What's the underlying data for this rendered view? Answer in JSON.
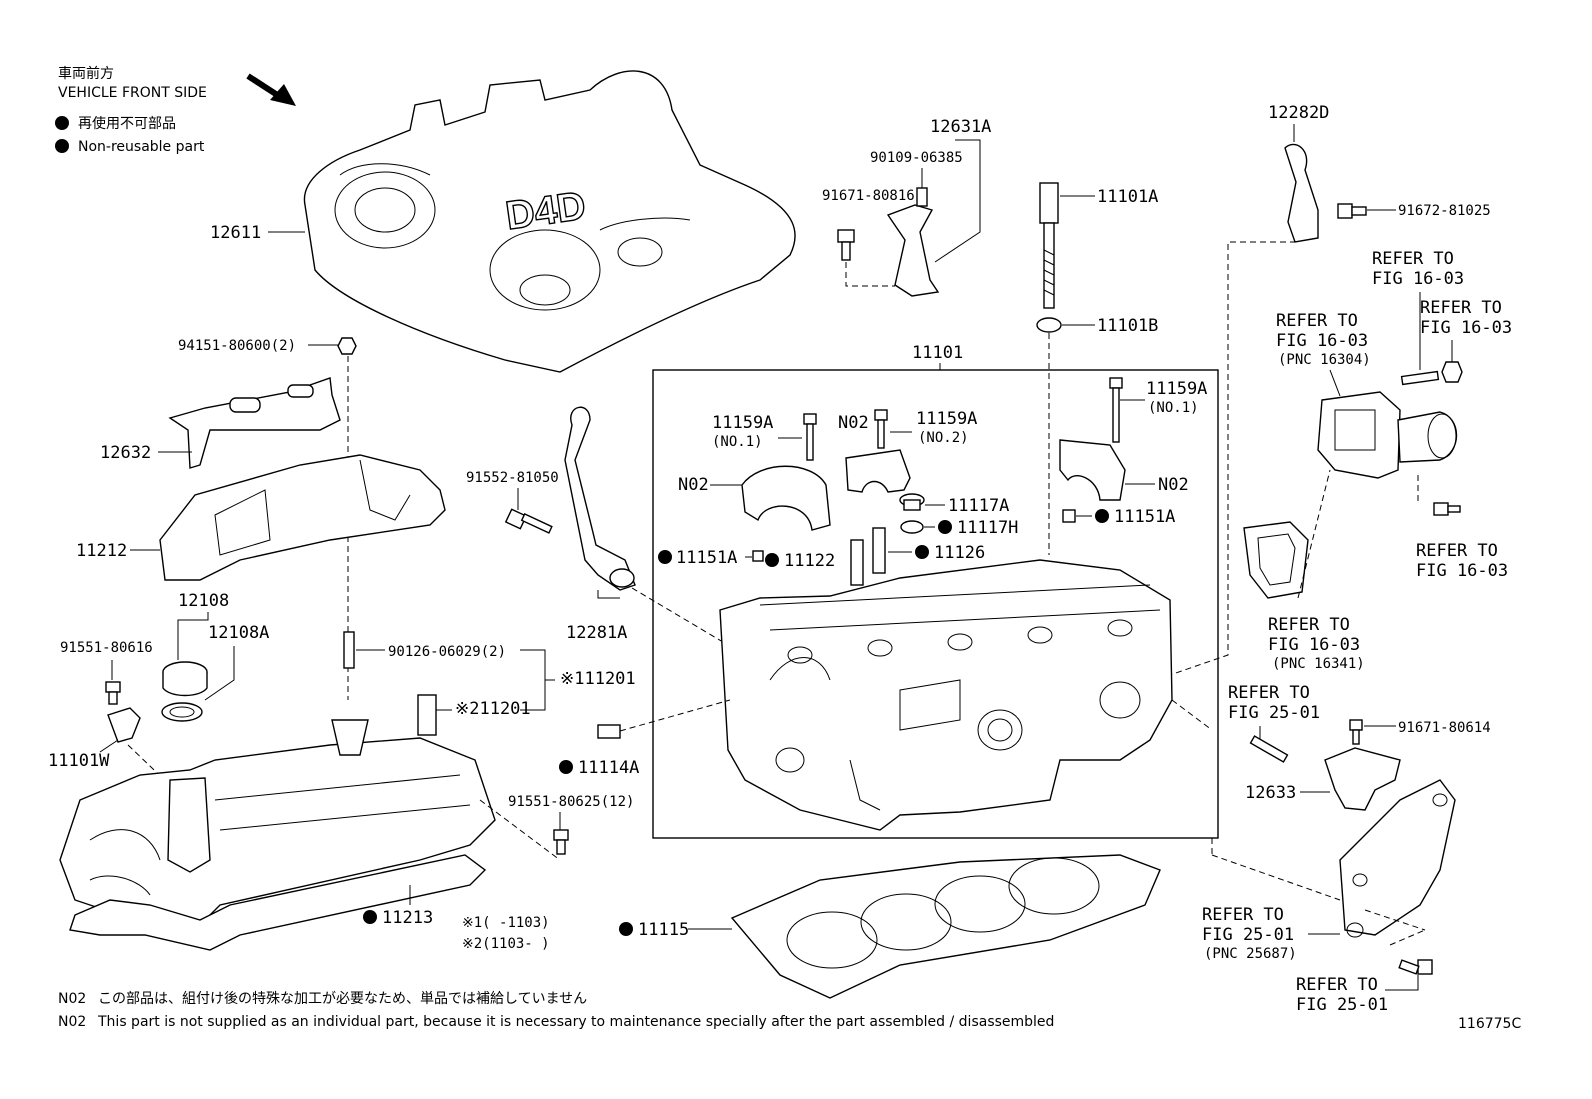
{
  "legend": {
    "front_jp": "車両前方",
    "front_en": "VEHICLE FRONT SIDE",
    "nonreusable_jp": "再使用不可部品",
    "nonreusable_en": "Non-reusable part"
  },
  "callouts": {
    "p12611": "12611",
    "p12631A": "12631A",
    "p90109": "90109-06385",
    "p91671_80816": "91671-80816",
    "p11101A": "11101A",
    "p11101B": "11101B",
    "p12282D": "12282D",
    "p91672": "91672-81025",
    "refer_1603_a": "REFER TO",
    "refer_1603_a2": "FIG 16-03",
    "refer_1603_b": "REFER TO",
    "refer_1603_b2": "FIG 16-03",
    "refer_1603_b3": "(PNC 16304)",
    "refer_1603_c": "REFER TO",
    "refer_1603_c2": "FIG 16-03",
    "refer_1603_d": "REFER TO",
    "refer_1603_d2": "FIG 16-03",
    "refer_1603_e": "REFER TO",
    "refer_1603_e2": "FIG 16-03",
    "refer_1603_e3": "(PNC 16341)",
    "p94151": "94151-80600(2)",
    "p11101": "11101",
    "p11159A_1": "11159A",
    "p11159A_1n": "(NO.1)",
    "p11159A_2": "11159A",
    "p11159A_2n": "(NO.2)",
    "p11159A_3": "11159A",
    "p11159A_3n": "(NO.1)",
    "n02_a": "N02",
    "n02_b": "N02",
    "n02_c": "N02",
    "p12632": "12632",
    "p91552": "91552-81050",
    "p11117A": "11117A",
    "p11117H": "11117H",
    "p11151A_r": "11151A",
    "p11151A_l": "11151A",
    "p11122": "11122",
    "p11126": "11126",
    "p11212": "11212",
    "p12108": "12108",
    "p12108A": "12108A",
    "p12281A": "12281A",
    "p91551_80616": "91551-80616",
    "p90126": "90126-06029(2)",
    "p11201_1": "※111201",
    "p11201_2": "※211201",
    "p11101W": "11101W",
    "p11114A": "11114A",
    "refer_2501_a": "REFER TO",
    "refer_2501_a2": "FIG 25-01",
    "p91671_80614": "91671-80614",
    "p12633": "12633",
    "p91551_80625": "91551-80625(12)",
    "p11213": "11213",
    "mark1": "※1(      -1103)",
    "mark2": "※2(1103-      )",
    "p11115": "11115",
    "refer_2501_b": "REFER TO",
    "refer_2501_b2": "FIG 25-01",
    "refer_2501_b3": "(PNC 25687)",
    "refer_2501_c": "REFER TO",
    "refer_2501_c2": "FIG 25-01",
    "cover_logo": "D4D"
  },
  "footer": {
    "n02_label_1": "N02",
    "n02_jp": "この部品は、組付け後の特殊な加工が必要なため、単品では補給していません",
    "n02_label_2": "N02",
    "n02_en": "This part is not supplied as an individual part, because it is necessary to maintenance specially after the part assembled / disassembled",
    "figure_id": "116775C"
  }
}
